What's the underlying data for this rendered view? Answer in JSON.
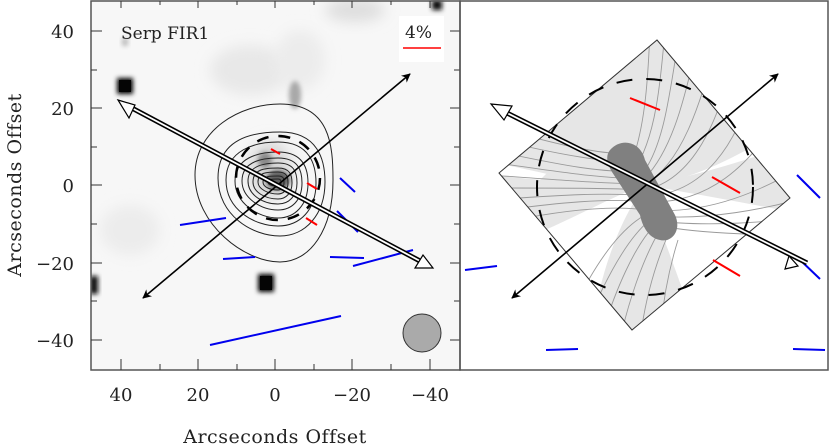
{
  "chart_data": [
    {
      "type": "scatter",
      "title": "Serp FIR1",
      "panel": "left",
      "xlabel": "Arcseconds Offset",
      "ylabel": "Arcseconds Offset",
      "xlim": [
        48,
        -48
      ],
      "ylim": [
        -48,
        48
      ],
      "xticks": [
        40,
        20,
        0,
        -20,
        -40
      ],
      "yticks": [
        40,
        20,
        0,
        -20,
        -40
      ],
      "xtick_labels": [
        "40",
        "20",
        "0",
        "−20",
        "−40"
      ],
      "ytick_labels": [
        "40",
        "20",
        "0",
        "−20",
        "−40"
      ],
      "legend": {
        "scale_bar_label": "4%",
        "scale_bar_color": "#ff0000"
      },
      "background": "grayscale intensity map with dark point sources",
      "contours": "nested intensity contours centered near (0,0)",
      "beam": {
        "x": -38,
        "y": -38,
        "diameter_arcsec": 10,
        "color": "#aaaaaa"
      },
      "arrows": [
        {
          "style": "solid-filled",
          "from": [
            -35,
            30
          ],
          "to": [
            35,
            -30
          ],
          "note": "double-headed outflow axis"
        },
        {
          "style": "double-line-open",
          "from": [
            40,
            22
          ],
          "to": [
            -41,
            -22
          ],
          "note": "double-headed magnetic/field axis"
        }
      ],
      "vectors_red": [
        {
          "x": 2,
          "y": 9,
          "angle_deg": -25
        },
        {
          "x": -10,
          "y": 1,
          "angle_deg": -30
        },
        {
          "x": -9,
          "y": -9,
          "angle_deg": -30
        }
      ],
      "vectors_blue": [
        {
          "x": -18,
          "y": -1,
          "angle_deg": -45
        },
        {
          "x": -18,
          "y": -9,
          "angle_deg": -45
        },
        {
          "x": 20,
          "y": -9,
          "angle_deg": 10
        },
        {
          "x": 9,
          "y": -19,
          "angle_deg": 2
        },
        {
          "x": -15,
          "y": -19,
          "angle_deg": -2
        },
        {
          "x": -28,
          "y": -18,
          "angle_deg": 15
        },
        {
          "x": 0,
          "y": -37,
          "angle_deg": 15
        }
      ],
      "dashed_circle": {
        "center": [
          0,
          0
        ],
        "radius_arcsec": 11
      }
    },
    {
      "type": "scatter",
      "panel": "right",
      "title": "",
      "xlim": [
        48,
        -48
      ],
      "ylim": [
        -48,
        48
      ],
      "description": "model magnetic field lines in rotated square with hourglass shading, dashed circle, outflow and field axes",
      "dashed_circle": {
        "center": [
          0,
          0
        ],
        "radius_arcsec": 40
      },
      "vectors_red": [
        {
          "x": -3,
          "y": 21,
          "angle_deg": -25
        },
        {
          "x": -17,
          "y": 1,
          "angle_deg": -35
        },
        {
          "x": -18,
          "y": -22,
          "angle_deg": -35
        }
      ],
      "vectors_blue": [
        {
          "x": -40,
          "y": -2,
          "angle_deg": -50
        },
        {
          "x": -40,
          "y": -23,
          "angle_deg": -50
        },
        {
          "x": 45,
          "y": -21,
          "angle_deg": 8
        },
        {
          "x": 23,
          "y": -43,
          "angle_deg": 2
        },
        {
          "x": -40,
          "y": -43,
          "angle_deg": -2
        }
      ]
    }
  ],
  "figure": {
    "panel_title": "Serp FIR1",
    "scale_label": "4%",
    "x_axis_title": "Arcseconds Offset",
    "y_axis_title": "Arcseconds Offset",
    "x_tick_labels": [
      "40",
      "20",
      "0",
      "−20",
      "−40"
    ],
    "y_tick_labels": [
      "40",
      "20",
      "0",
      "−20",
      "−40"
    ],
    "colors": {
      "red_vector": "#ff0000",
      "blue_vector": "#0000ee",
      "beam": "#aaaaaa",
      "model_fill": "#e6e6e6",
      "model_dark": "#808080"
    }
  }
}
